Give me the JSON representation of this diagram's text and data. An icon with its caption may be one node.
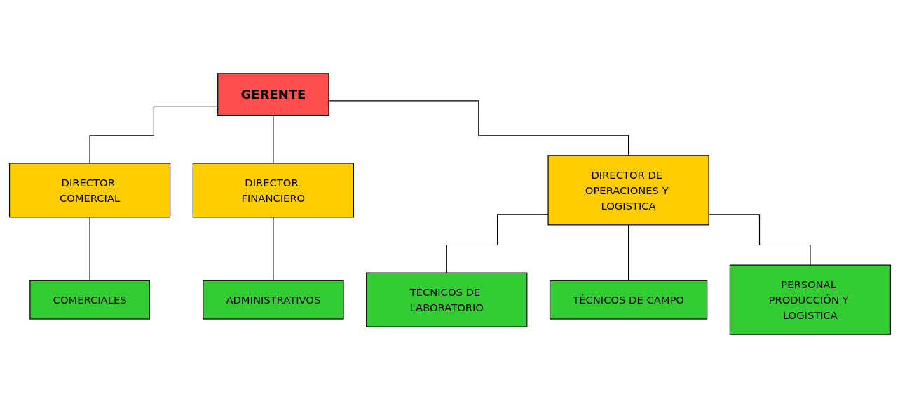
{
  "diagram": {
    "nodes": [
      {
        "text": [
          "GERENTE"
        ]
      },
      {
        "text": [
          "DIRECTOR COMERCIAL"
        ]
      },
      {
        "text": [
          "DIRECTOR FINANCIERO"
        ]
      },
      {
        "text": [
          "DIRECTOR DE OPERACIONES Y LOGISTICA"
        ]
      },
      {
        "text": [
          "COMERCIALES"
        ]
      },
      {
        "text": [
          "ADMINISTRATIVOS"
        ]
      },
      {
        "text": [
          "TÉCNICOS DE LABORATORIO"
        ]
      },
      {
        "text": [
          "TÉCNICOS DE CAMPO"
        ]
      },
      {
        "text": [
          "PERSONAL PRODUCCIÓN Y LOGISTICA"
        ]
      }
    ],
    "edges": [
      {
        "from": 0,
        "to": 1,
        "arrow": "none"
      },
      {
        "from": 0,
        "to": 2,
        "arrow": "none"
      },
      {
        "from": 0,
        "to": 3,
        "arrow": "none"
      },
      {
        "from": 1,
        "to": 4,
        "arrow": "none"
      },
      {
        "from": 2,
        "to": 5,
        "arrow": "none"
      },
      {
        "from": 3,
        "to": 6,
        "arrow": "none"
      },
      {
        "from": 3,
        "to": 7,
        "arrow": "none"
      },
      {
        "from": 3,
        "to": 8,
        "arrow": "none"
      }
    ]
  }
}
